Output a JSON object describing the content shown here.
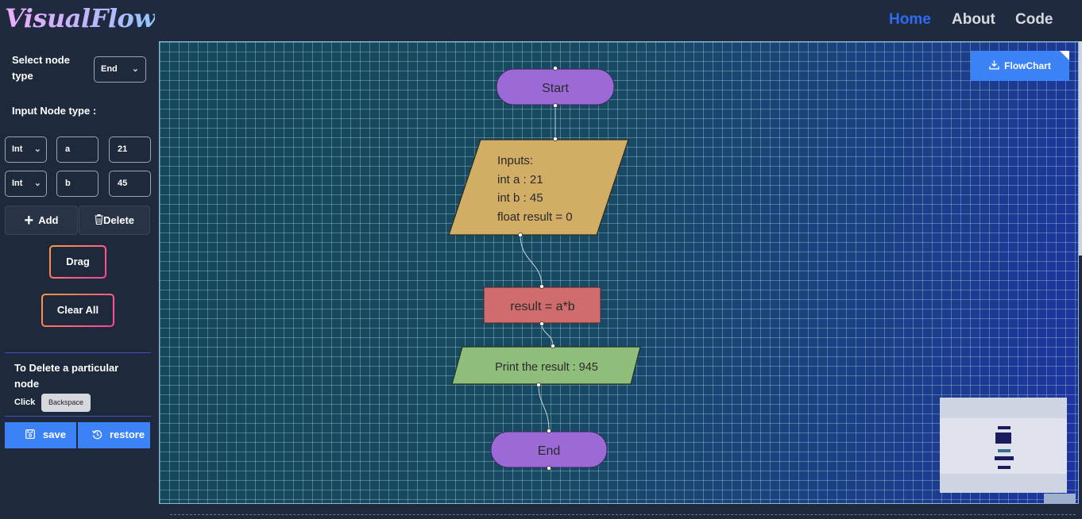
{
  "header": {
    "logo": "VisualFlow",
    "nav": [
      "Home",
      "About",
      "Code"
    ]
  },
  "sidebar": {
    "select_node_label": "Select node\ntype",
    "node_type_value": "End",
    "input_node_type_label": "Input Node type :",
    "inputs": [
      {
        "type": "Int",
        "name": "a",
        "value": "21"
      },
      {
        "type": "Int",
        "name": "b",
        "value": "45"
      }
    ],
    "add_label": "Add",
    "delete_label": "Delete",
    "drag_label": "Drag",
    "clear_label": "Clear All",
    "delete_hint_title": "To Delete a particular node",
    "click_label": "Click",
    "backspace_key": "Backspace",
    "save_label": "save",
    "restore_label": "restore"
  },
  "canvas": {
    "download_label": "FlowChart",
    "nodes": {
      "start": "Start",
      "inputs": [
        "Inputs:",
        "int a : 21",
        "int b : 45",
        "float result = 0"
      ],
      "process": "result = a*b",
      "output": "Print the result : 945",
      "end": "End"
    }
  },
  "colors": {
    "start_end": "#9b6ad6",
    "input": "#d2ad65",
    "process": "#d06b6e",
    "output": "#8fbe7c",
    "accent": "#3b82f6"
  }
}
